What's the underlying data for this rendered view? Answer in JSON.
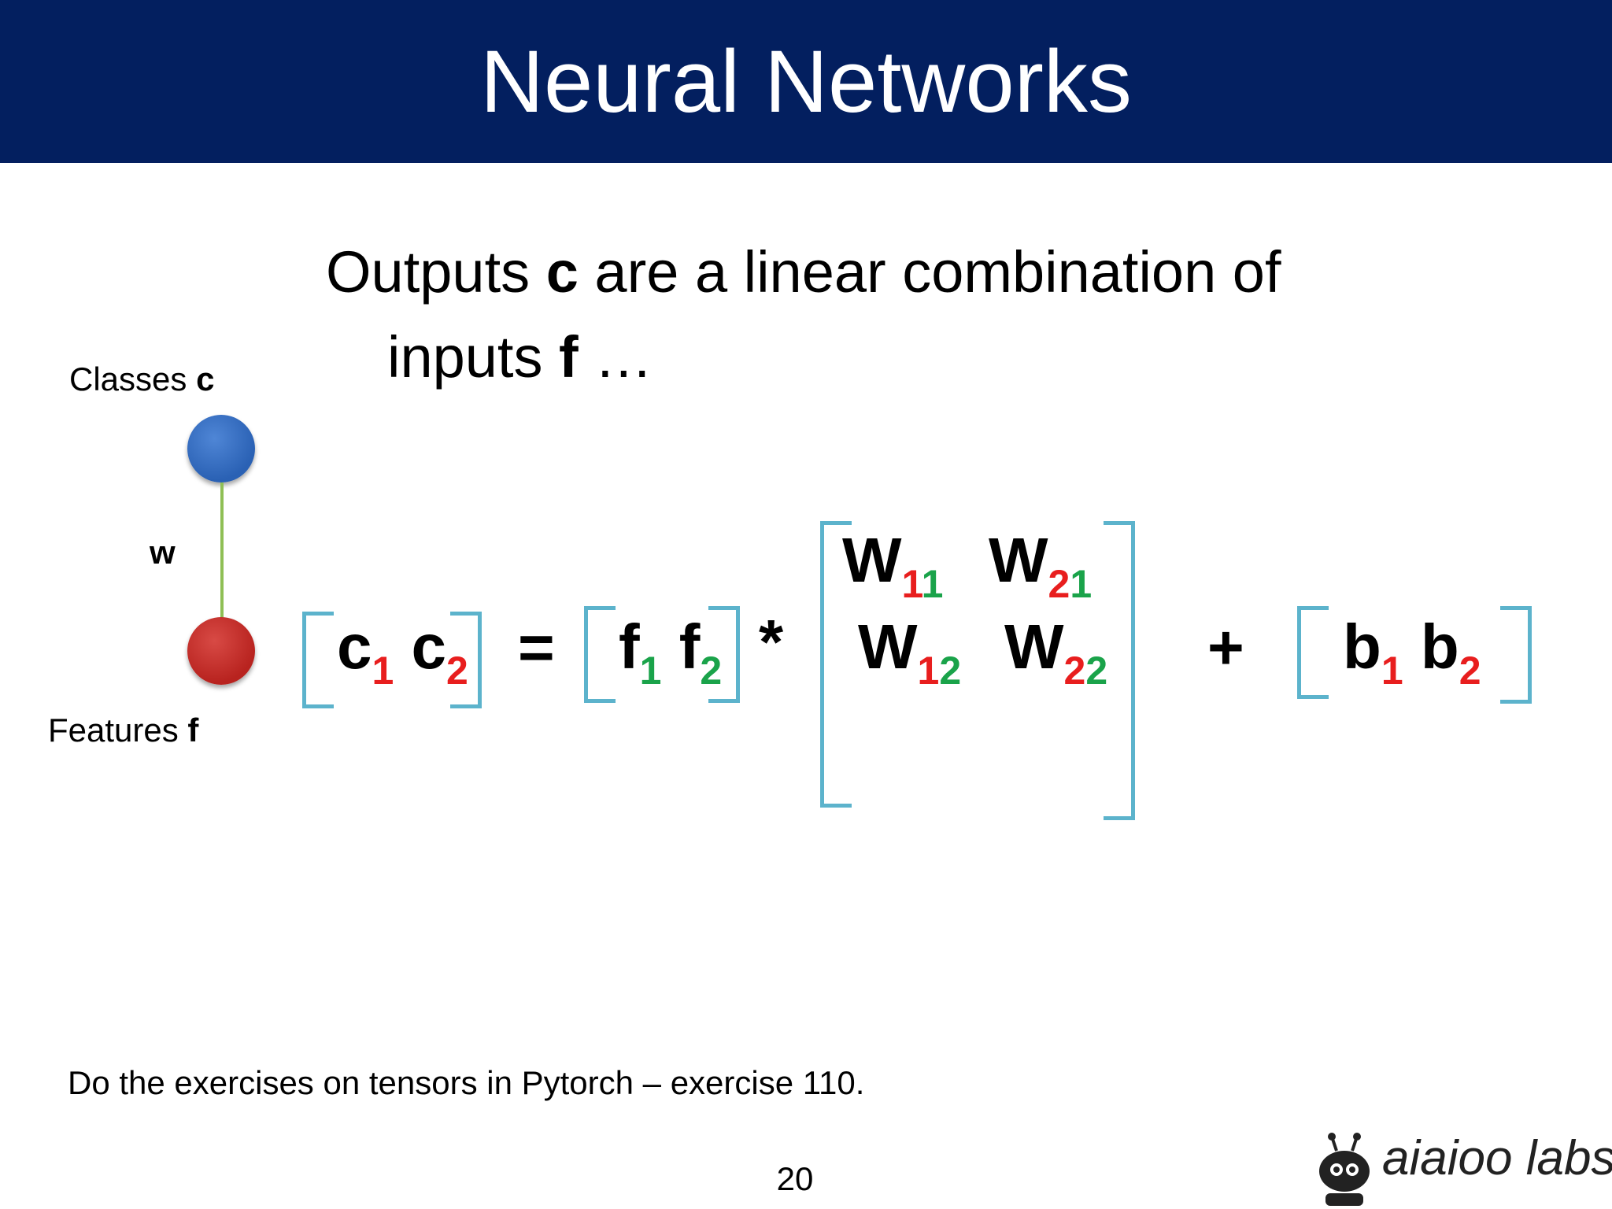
{
  "slide": {
    "title": "Neural Networks",
    "headline": {
      "part1": "Outputs ",
      "bold1": "c",
      "part2": " are a linear combination of",
      "part3": "inputs ",
      "bold2": "f",
      "part4": " …"
    },
    "diagram": {
      "classes_label": "Classes ",
      "classes_symbol": "c",
      "weight_label": "w",
      "features_label": "Features ",
      "features_symbol": "f"
    },
    "equation": {
      "c": "c",
      "f": "f",
      "w": "W",
      "b": "b",
      "idx1": "1",
      "idx2": "2",
      "equals": "=",
      "times": "*",
      "plus": "+"
    },
    "footer_note": "Do the exercises on tensors in Pytorch – exercise 110.",
    "page_number": "20",
    "logo_text": "aiaioo labs"
  }
}
